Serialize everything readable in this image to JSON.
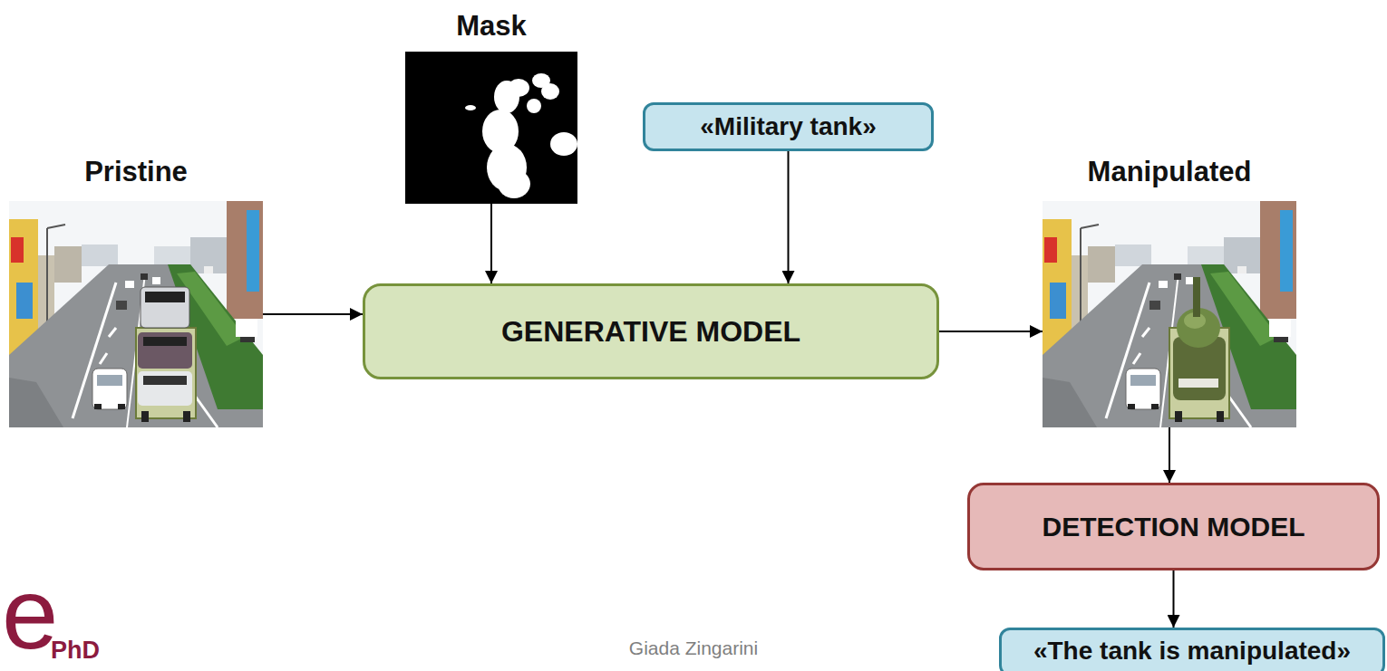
{
  "diagram": {
    "nodes": [
      {
        "text": [
          "Pristine"
        ]
      },
      {
        "text": [
          "Mask"
        ]
      },
      {
        "text": [
          "«Military tank»"
        ]
      },
      {
        "text": [
          "GENERATIVE MODEL"
        ]
      },
      {
        "text": [
          "Manipulated"
        ]
      },
      {
        "text": [
          "DETECTION MODEL"
        ]
      },
      {
        "text": [
          "«The tank is manipulated»"
        ]
      }
    ],
    "edges": [
      {
        "from": 0,
        "to": 3,
        "arrow": "to"
      },
      {
        "from": 1,
        "to": 3,
        "arrow": "to"
      },
      {
        "from": 2,
        "to": 3,
        "arrow": "to"
      },
      {
        "from": 3,
        "to": 4,
        "arrow": "to"
      },
      {
        "from": 4,
        "to": 5,
        "arrow": "to"
      },
      {
        "from": 5,
        "to": 6,
        "arrow": "to"
      }
    ],
    "labels": [
      "Giada Zingarini",
      "e",
      "PhD"
    ]
  }
}
